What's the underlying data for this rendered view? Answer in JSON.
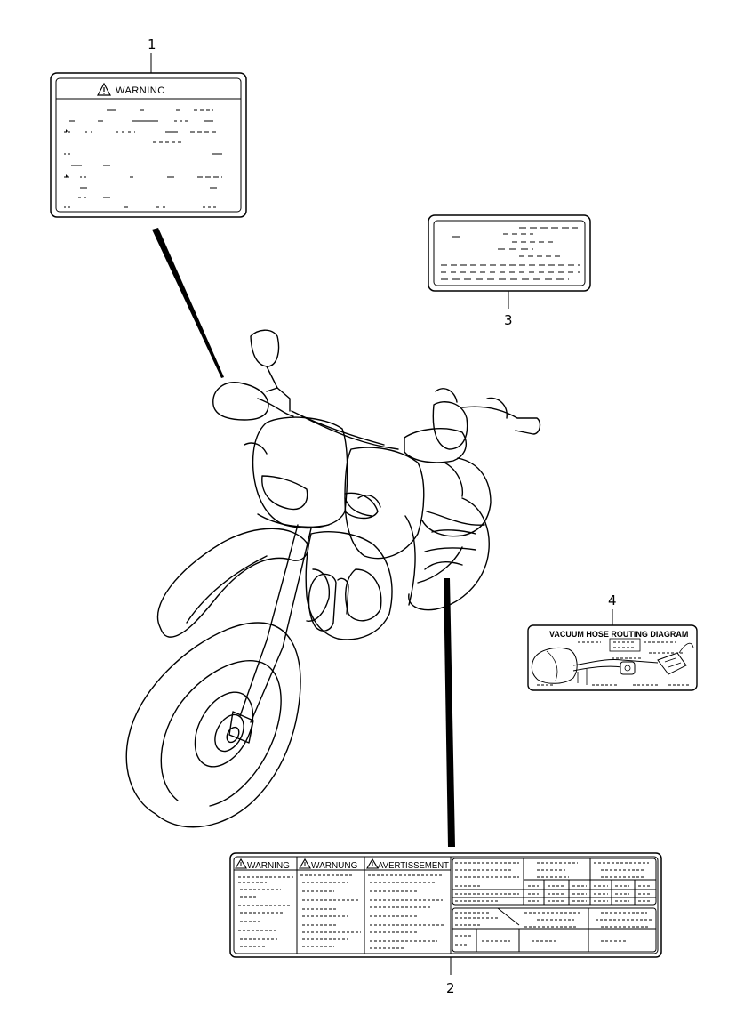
{
  "callouts": {
    "c1": "1",
    "c2": "2",
    "c3": "3",
    "c4": "4"
  },
  "labels": {
    "warning_label_title": "WARNINC",
    "multi_warning_en": "WARNING",
    "multi_warning_de": "WARNUNG",
    "multi_warning_fr": "AVERTISSEMENT",
    "vacuum_title": "VACUUM HOSE ROUTING DIAGRAM"
  },
  "icons": {
    "warning": "warning-triangle-icon"
  }
}
